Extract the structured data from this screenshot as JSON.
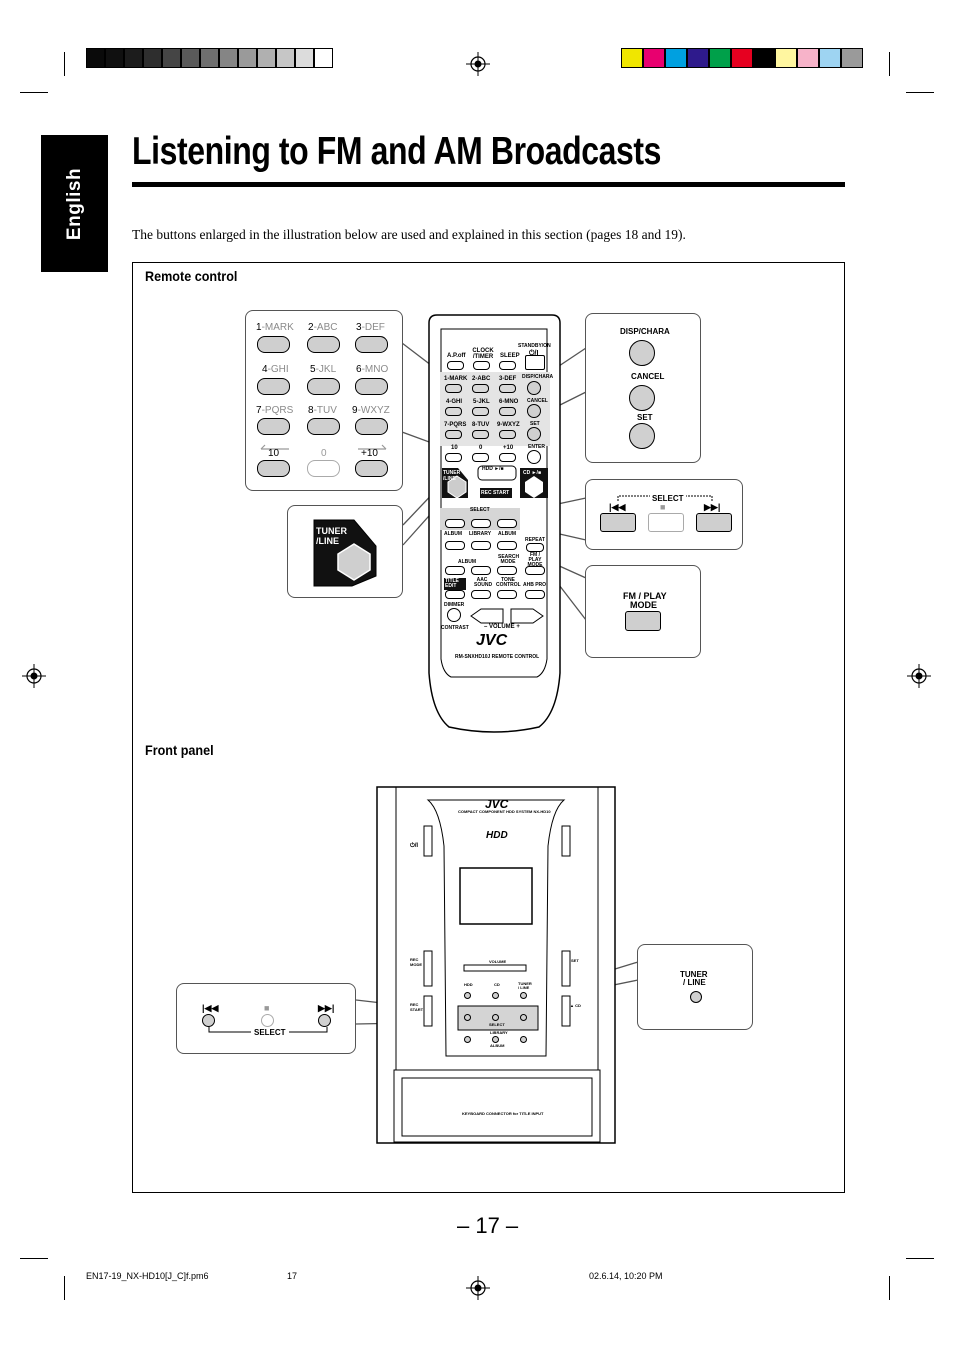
{
  "registration": {
    "gray_swatches": [
      "#0a0a0a",
      "#101010",
      "#1c1c1c",
      "#2e2e2e",
      "#454545",
      "#5a5a5a",
      "#6f6f6f",
      "#858585",
      "#9a9a9a",
      "#b0b0b0",
      "#c6c6c6",
      "#dcdcdc",
      "#ffffff"
    ],
    "color_swatches": [
      "#f0e600",
      "#e8006f",
      "#00a0e0",
      "#2e1a8c",
      "#00a04a",
      "#e60020",
      "#000000",
      "#fff6a0",
      "#f7b3c9",
      "#9ed4f2",
      "#9a9a9a"
    ]
  },
  "side_tab": {
    "label": "English"
  },
  "page": {
    "title": "Listening to FM and AM Broadcasts",
    "intro": "The buttons enlarged in the illustration below are used and explained in this section (pages 18 and 19).",
    "remote_section_label": "Remote control",
    "front_section_label": "Front panel",
    "page_number": "– 17 –"
  },
  "numpad_callout": {
    "keys": [
      {
        "num": "1",
        "letters": "-MARK"
      },
      {
        "num": "2",
        "letters": "-ABC"
      },
      {
        "num": "3",
        "letters": "-DEF"
      },
      {
        "num": "4",
        "letters": "-GHI"
      },
      {
        "num": "5",
        "letters": "-JKL"
      },
      {
        "num": "6",
        "letters": "-MNO"
      },
      {
        "num": "7",
        "letters": "-PQRS"
      },
      {
        "num": "8",
        "letters": "-TUV"
      },
      {
        "num": "9",
        "letters": "-WXYZ"
      }
    ],
    "bottom_keys": [
      "10",
      "0",
      "+10"
    ]
  },
  "disp_callout": {
    "disp": "DISP/CHARA",
    "cancel": "CANCEL",
    "set": "SET"
  },
  "select_callout": {
    "label": "SELECT"
  },
  "fmplay_callout": {
    "label_line1": "FM / PLAY",
    "label_line2": "MODE"
  },
  "tuner_callout": {
    "label_line1": "TUNER",
    "label_line2": "/LINE"
  },
  "remote": {
    "top_labels": [
      "A.P.off",
      "CLOCK /TIMER",
      "SLEEP",
      "STANDBY/ON"
    ],
    "num_labels": [
      "1-MARK",
      "2-ABC",
      "3-DEF",
      "4-GHI",
      "5-JKL",
      "6-MNO",
      "7-PQRS",
      "8-TUV",
      "9-WXYZ"
    ],
    "side_labels": [
      "DISP/CHARA",
      "CANCEL",
      "SET",
      "ENTER"
    ],
    "row10": [
      "10",
      "0",
      "+10"
    ],
    "tuner": "TUNER /LINE",
    "hdd": "HDD ►/■",
    "cd": "CD ►/■",
    "rec_start": "REC START",
    "select": "SELECT",
    "album_row": [
      "ALBUM",
      "LIBRARY",
      "ALBUM",
      "REPEAT"
    ],
    "search_row": [
      "SEARCH MODE",
      "FM / PLAY MODE"
    ],
    "album_arrow": "ALBUM",
    "bottom_row": [
      "TITLE EDIT",
      "AAC SOUND",
      "TONE CONTROL",
      "AHB PRO"
    ],
    "dimmer": "DIMMER",
    "contrast": "CONTRAST",
    "volume": "VOLUME",
    "brand": "JVC",
    "model": "RM-SNXHD10J  REMOTE CONTROL"
  },
  "front_panel": {
    "brand": "JVC",
    "subtitle": "COMPACT COMPONENT HDD SYSTEM NX-HD10",
    "hdd_logo": "HDD",
    "standby_symbol": "⏻/I",
    "rec_mode": "REC MODE",
    "rec_start": "REC START",
    "set": "SET",
    "cd_eject": "▲ CD",
    "volume": "VOLUME",
    "buttons": [
      "HDD",
      "CD",
      "TUNER / LINE"
    ],
    "select": "SELECT",
    "library": "LIBRARY",
    "album": "ALBUM",
    "keyboard": "KEYBOARD CONNECTOR for TITLE INPUT"
  },
  "front_select_callout": {
    "label": "SELECT"
  },
  "front_tuner_callout": {
    "label_line1": "TUNER",
    "label_line2": "/ LINE"
  },
  "footer": {
    "file": "EN17-19_NX-HD10[J_C]f.pm6",
    "page": "17",
    "date": "02.6.14, 10:20 PM"
  }
}
